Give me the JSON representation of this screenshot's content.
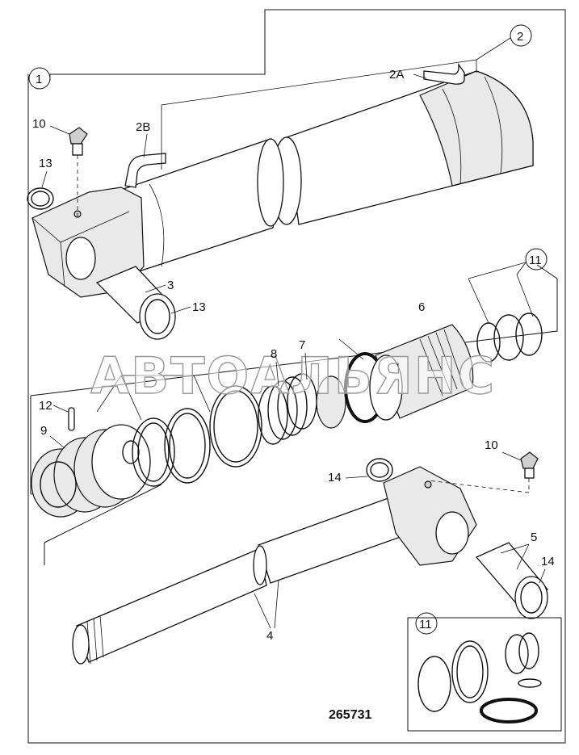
{
  "diagram": {
    "drawing_number": "265731",
    "watermark": "АВТОАЛЬЯНС",
    "callouts": {
      "c1": "1",
      "c2": "2",
      "c2a": "2A",
      "c2b": "2B",
      "c3": "3",
      "c4": "4",
      "c5": "5",
      "c6": "6",
      "c7": "7",
      "c8": "8",
      "c9": "9",
      "c10a": "10",
      "c10b": "10",
      "c11a": "11",
      "c11b": "11",
      "c12": "12",
      "c13a": "13",
      "c13b": "13",
      "c14a": "14",
      "c14b": "14"
    }
  }
}
